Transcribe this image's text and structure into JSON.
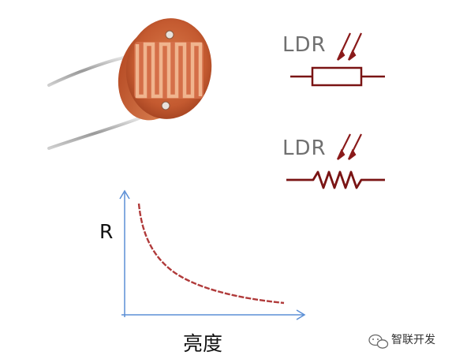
{
  "symbols": {
    "top_label": "LDR",
    "bottom_label": "LDR"
  },
  "graph": {
    "y_axis_label": "R",
    "x_axis_label": "亮度"
  },
  "watermark": {
    "text": "智联开发",
    "icon": "wechat-icon"
  },
  "colors": {
    "symbol": "#7a1414",
    "curve": "#b03a3a",
    "axis": "#5b8fd6",
    "board": "#c75a33",
    "trace": "#c8684a"
  }
}
